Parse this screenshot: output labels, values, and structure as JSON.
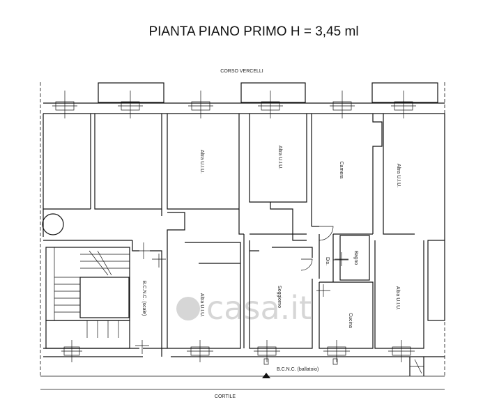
{
  "title": "PIANTA PIANO PRIMO H = 3,45 ml",
  "streets": {
    "top": "CORSO VERCELLI",
    "bottom": "CORTILE"
  },
  "rooms": {
    "altra_1": "Altra U.I.U.",
    "altra_2": "Altra U.I.U.",
    "camera": "Camera",
    "altra_3": "Altra U.I.U.",
    "bagno": "Bagno",
    "dis": "Dis.",
    "soggiorno": "Soggiorno",
    "cucina": "Cucina",
    "altra_4": "Altra U.I.U.",
    "altra_5": "Altra U.I.U.",
    "bcnc_scale": "B.C.N.C. (scale)",
    "bcnc_ballatoio": "B.C.N.C. (ballatoio)"
  },
  "watermark": "casa.it",
  "colors": {
    "line": "#111111",
    "watermark": "#d6d6d6"
  }
}
